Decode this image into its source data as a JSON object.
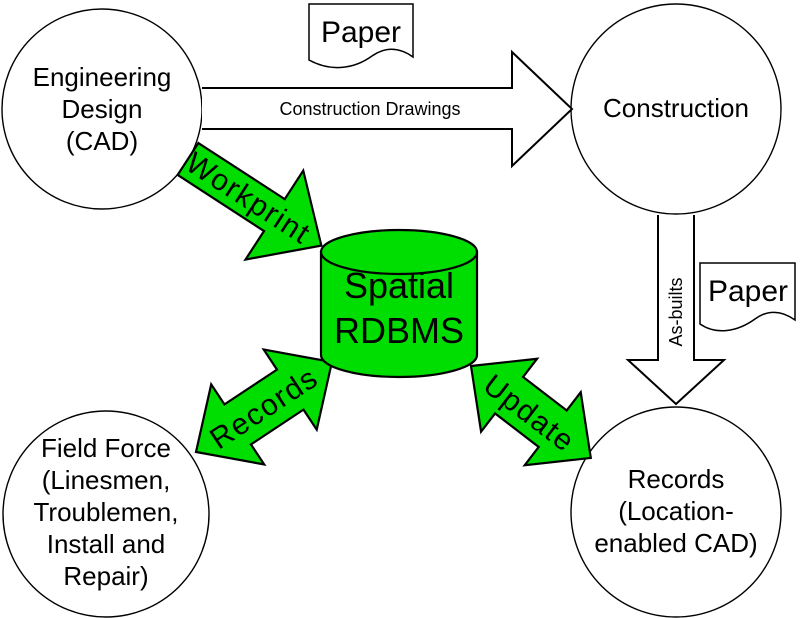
{
  "diagram": {
    "colors": {
      "accent_green": "#00dd00",
      "stroke_black": "#000000",
      "shape_white": "#ffffff"
    },
    "nodes": {
      "engineering_design": {
        "lines": [
          "Engineering",
          "Design",
          "(CAD)"
        ]
      },
      "construction": {
        "label": "Construction"
      },
      "field_force": {
        "lines": [
          "Field Force",
          "(Linesmen,",
          "Troublemen,",
          "Install and",
          "Repair)"
        ]
      },
      "records": {
        "lines": [
          "Records",
          "(Location-",
          "enabled CAD)"
        ]
      },
      "spatial_rdbms": {
        "lines": [
          "Spatial",
          "RDBMS"
        ]
      }
    },
    "flows": {
      "construction_drawings": {
        "label": "Construction Drawings"
      },
      "workprint": {
        "label": "Workprint"
      },
      "records": {
        "label": "Records"
      },
      "update": {
        "label": "Update"
      },
      "as_builts": {
        "label": "As-builts"
      }
    },
    "artifacts": {
      "paper_top": {
        "label": "Paper"
      },
      "paper_right": {
        "label": "Paper"
      }
    }
  }
}
